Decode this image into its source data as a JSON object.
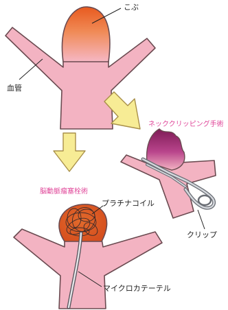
{
  "labels": {
    "aneurysm": "こぶ",
    "vessel": "血管",
    "neck_clipping": "ネッククリッピング手術",
    "coil_embolization": "脳動脈瘤塞栓術",
    "platinum_coil": "プラチナコイル",
    "clip": "クリップ",
    "microcatheter": "マイクロカテーテル"
  },
  "colors": {
    "vessel_fill": "#f3b3c2",
    "vessel_stroke": "#6a4a50",
    "aneurysm_top": "#e85a1f",
    "aneurysm_bottom": "#f6b7c4",
    "aneurysm_purple": "#8c1f5f",
    "arrow_fill": "#f7ec95",
    "arrow_stroke": "#a88f49",
    "label_accent": "#e0489a",
    "clip_metal": "#c9ccd2"
  }
}
